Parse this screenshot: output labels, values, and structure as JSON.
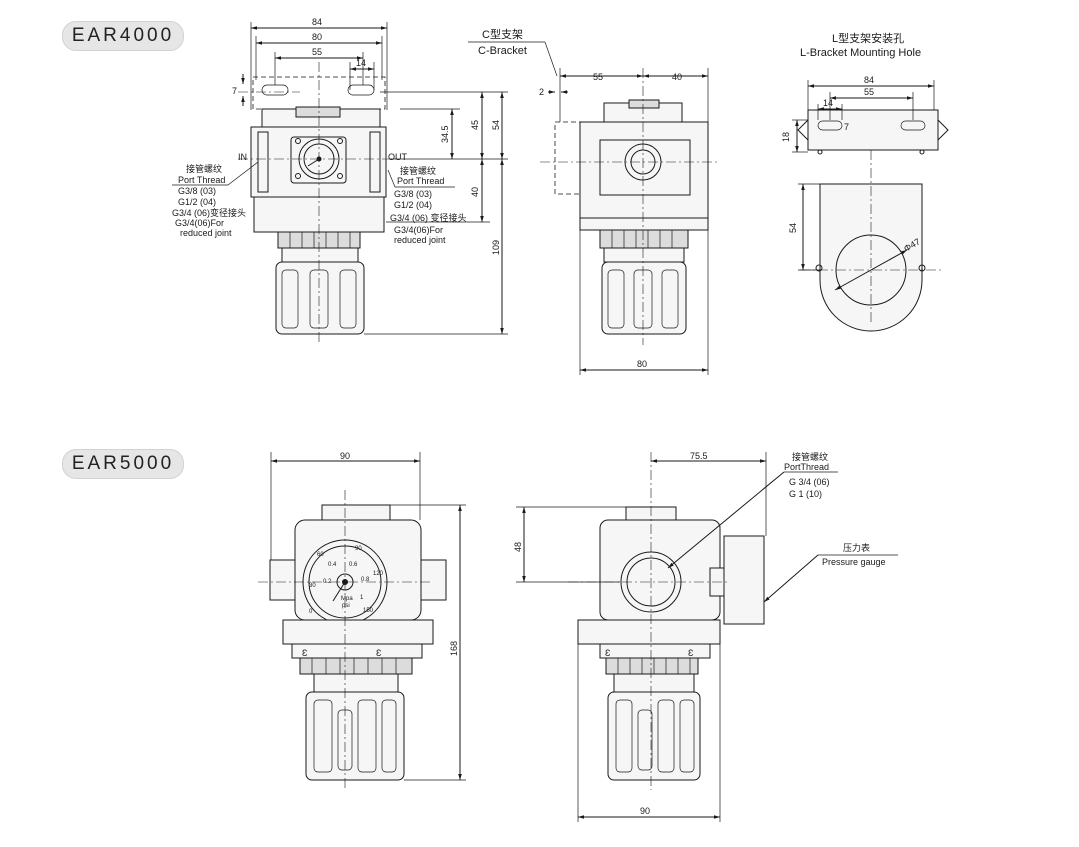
{
  "models": {
    "ear4000": "EAR4000",
    "ear5000": "EAR5000"
  },
  "ear4000": {
    "dims": {
      "d84": "84",
      "d80": "80",
      "d55": "55",
      "d14": "14",
      "d7": "7",
      "d34_5": "34.5",
      "d45": "45",
      "d54": "54",
      "d40": "40",
      "d109": "109"
    },
    "labels": {
      "in": "IN",
      "out": "OUT",
      "port_thread_cn": "接管螺纹",
      "port_thread_en": "Port Thread",
      "g38": "G3/8  (03)",
      "g12": "G1/2  (04)",
      "g34": "G3/4  (06)变径接头",
      "g34_for": "G3/4(06)For",
      "reduced": "reduced joint",
      "g34_right": "G3/4  (06) 变径接头"
    },
    "c_bracket": {
      "title_cn": "C型支架",
      "title_en": "C-Bracket",
      "d55": "55",
      "d40": "40",
      "d2": "2",
      "d80": "80"
    },
    "l_bracket": {
      "title_cn": "L型支架安装孔",
      "title_en": "L-Bracket  Mounting Hole",
      "d84": "84",
      "d55": "55",
      "d14": "14",
      "d7": "7",
      "d18": "18",
      "d54": "54",
      "dia47": "Φ47"
    }
  },
  "ear5000": {
    "dims": {
      "d90_top": "90",
      "d168": "168",
      "d75_5": "75.5",
      "d48": "48",
      "d90_bottom": "90"
    },
    "gauge": {
      "v60": "60",
      "v90": "90",
      "v0_4": "0.4",
      "v0_6": "0.6",
      "v120": "120",
      "v30": "30",
      "v0_2": "0.2",
      "v0_8": "0.8",
      "v0": "0",
      "v1": "1",
      "v150": "150",
      "unit_mpa": "Mpa",
      "unit_psi": "psi"
    },
    "labels": {
      "port_thread_cn": "接管螺纹",
      "port_thread_en": "PortThread",
      "g34": "G 3/4 (06)",
      "g1": "G 1  (10)",
      "gauge_cn": "压力表",
      "gauge_en": "Pressure gauge"
    }
  }
}
